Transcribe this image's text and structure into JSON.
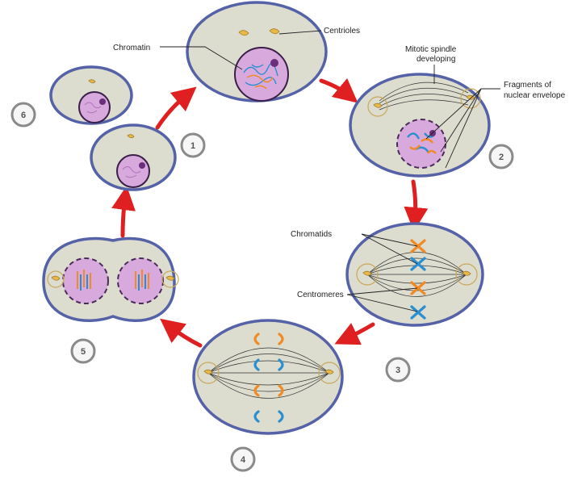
{
  "labels": {
    "centrioles": "Centrioles",
    "chromatin": "Chromatin",
    "spindle_line1": "Mitotic spindle",
    "spindle_line2": "developing",
    "fragments_line1": "Fragments of",
    "fragments_line2": "nuclear envelope",
    "chromatids": "Chromatids",
    "centromeres": "Centromeres"
  },
  "steps": [
    "1",
    "2",
    "3",
    "4",
    "5",
    "6"
  ],
  "colors": {
    "cell_fill": "#dcdccf",
    "cell_outline": "#5562a8",
    "nucleus": "#d8a9dc",
    "arrow": "#e02020",
    "chromosome_orange": "#f08a24",
    "chromosome_blue": "#2a8fd0",
    "centriole": "#e8b84a"
  }
}
